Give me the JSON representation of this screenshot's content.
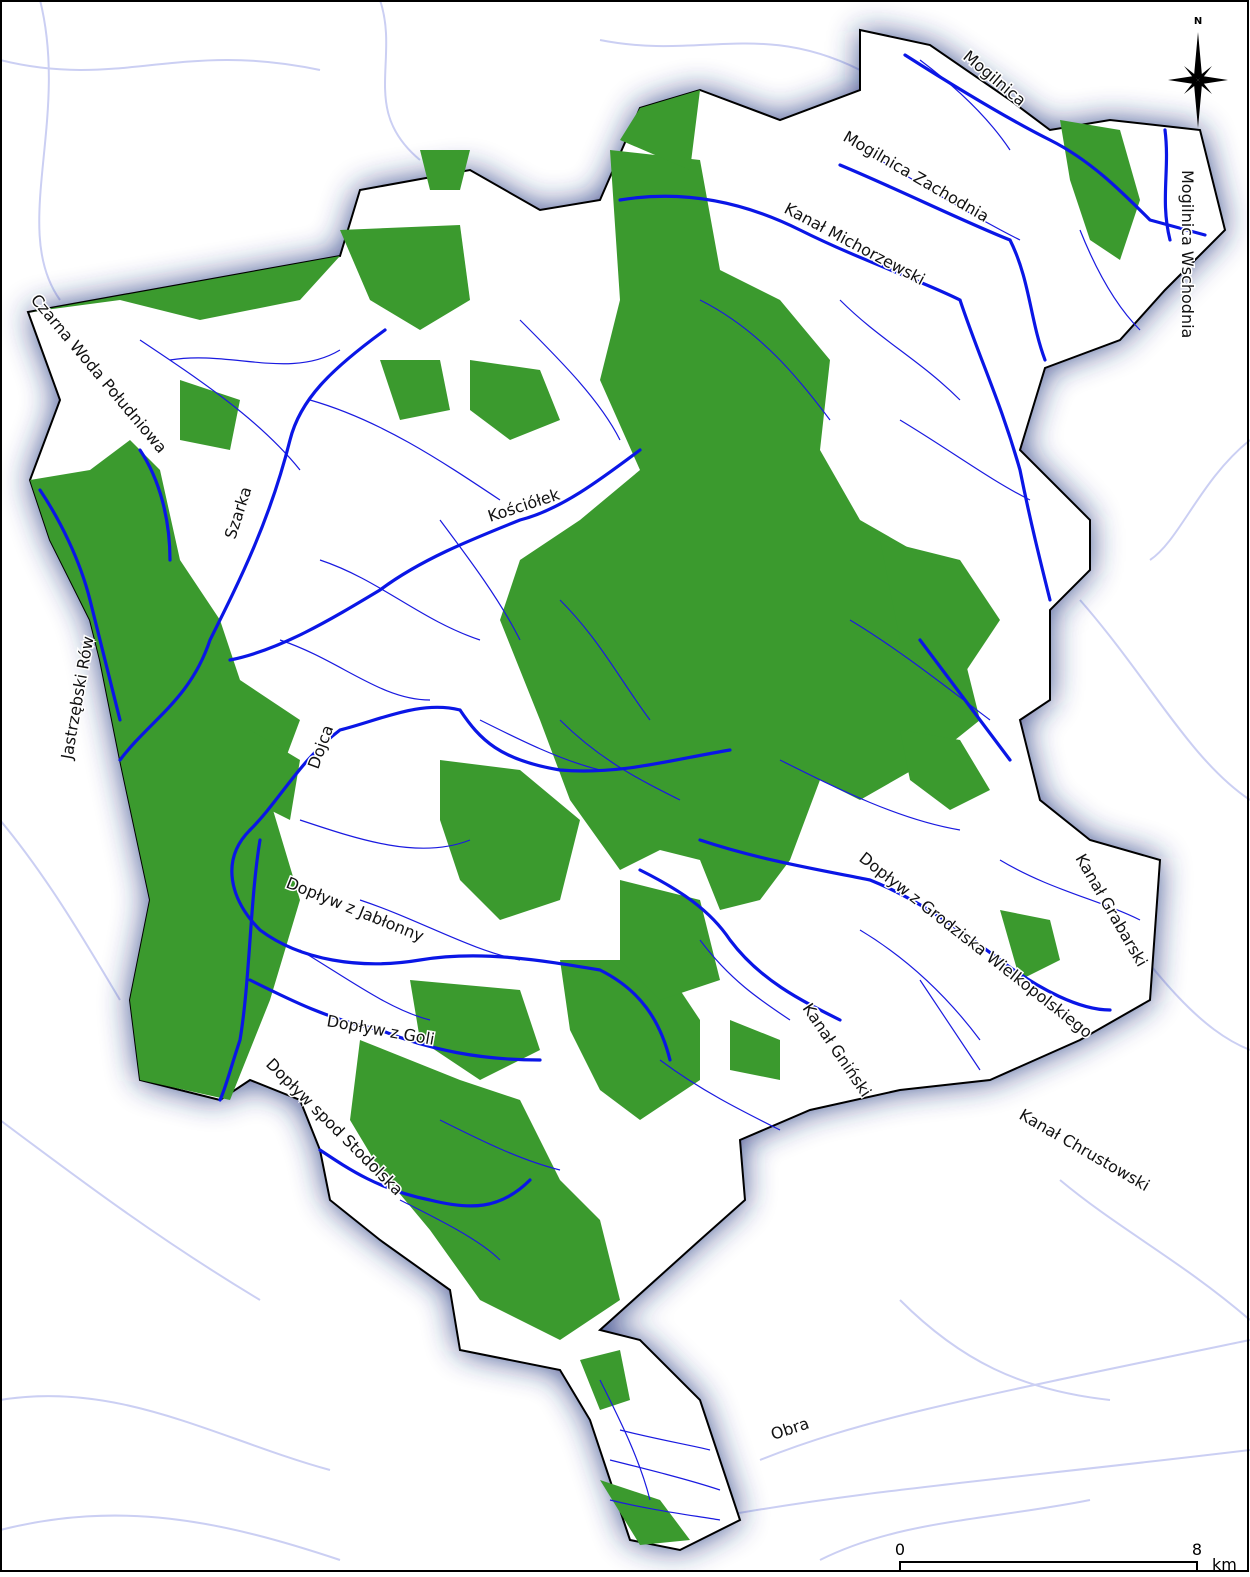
{
  "map": {
    "rivers": [
      "Mogilnica",
      "Mogilnica Zachodnia",
      "Kanał Michorzewski",
      "Mogilnica Wschodnia",
      "Czarna Woda Południowa",
      "Szarka",
      "Kościółek",
      "Jastrzębski Rów",
      "Dojca",
      "Dopływ z Grodziska Wielkopolskiego",
      "Kanał Grabarski",
      "Dopływ z Jabłonny",
      "Dopływ z Goli",
      "Kanał Gniński",
      "Kanał Chrustowski",
      "Dopływ spod Stodolska",
      "Obra"
    ],
    "north_arrow": {
      "letter": "N",
      "icon": "compass-star-icon"
    },
    "scale_bar": {
      "start": "0",
      "end": "8",
      "unit": "km"
    },
    "colors": {
      "forest": "#3b9a2e",
      "river": "#0a16e6",
      "district_fill": "#ffffff",
      "halo": "#1c2d7a",
      "background_roads": "#c9cdf2"
    }
  }
}
